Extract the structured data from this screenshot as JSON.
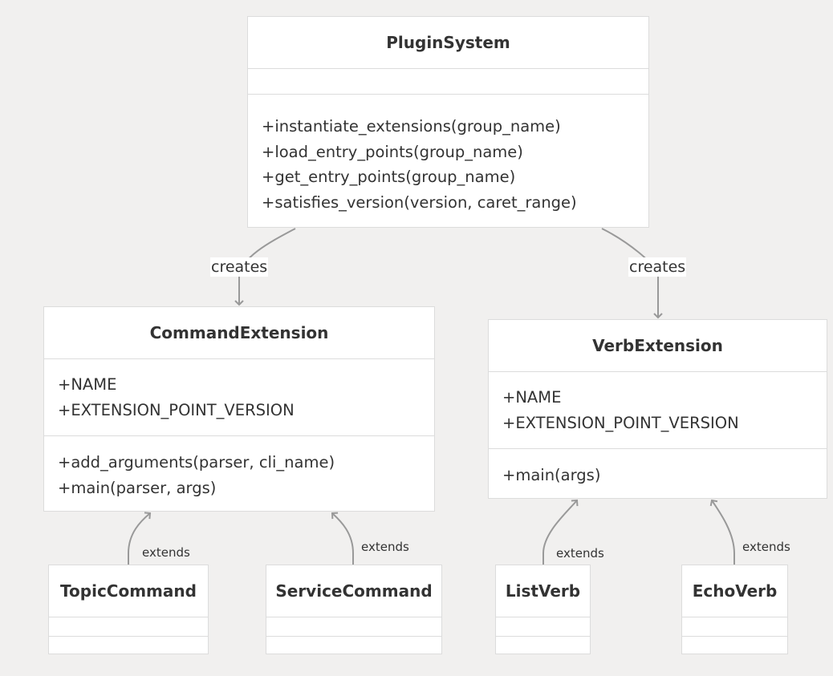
{
  "classes": {
    "plugin_system": {
      "name": "PluginSystem",
      "attributes": [],
      "methods": [
        "+instantiate_extensions(group_name)",
        "+load_entry_points(group_name)",
        "+get_entry_points(group_name)",
        "+satisfies_version(version, caret_range)"
      ]
    },
    "command_extension": {
      "name": "CommandExtension",
      "attributes": [
        "+NAME",
        "+EXTENSION_POINT_VERSION"
      ],
      "methods": [
        "+add_arguments(parser, cli_name)",
        "+main(parser, args)"
      ]
    },
    "verb_extension": {
      "name": "VerbExtension",
      "attributes": [
        "+NAME",
        "+EXTENSION_POINT_VERSION"
      ],
      "methods": [
        "+main(args)"
      ]
    },
    "topic_command": {
      "name": "TopicCommand"
    },
    "service_command": {
      "name": "ServiceCommand"
    },
    "list_verb": {
      "name": "ListVerb"
    },
    "echo_verb": {
      "name": "EchoVerb"
    }
  },
  "relations": {
    "creates_command": "creates",
    "creates_verb": "creates",
    "extends_topic": "extends",
    "extends_service": "extends",
    "extends_list": "extends",
    "extends_echo": "extends"
  },
  "colors": {
    "background": "#f1f0ef",
    "box_fill": "#ffffff",
    "box_border": "#dcdcdc",
    "edge": "#999999",
    "text": "#333333"
  }
}
